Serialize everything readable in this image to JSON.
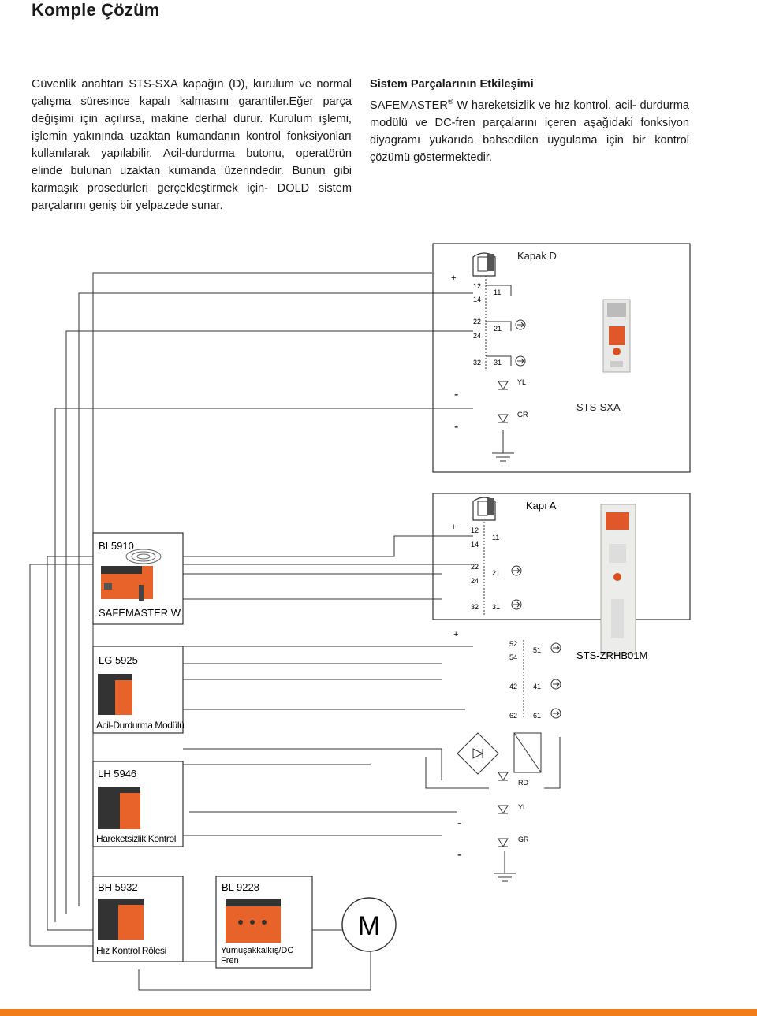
{
  "header": {
    "title": "Komple Çözüm"
  },
  "left_text": [
    "Güvenlik anahtarı STS-SXA kapağın (D), kurulum ve",
    "normal çalışma süresince kapalı kalmasını garantiler.Eğer",
    "parça değişimi için açılırsa, makine derhal durur. Kurulum",
    "işlemi, işlemin yakınında uzaktan kumandanın kontrol",
    "fonksiyonları kullanılarak yapılabilir. Acil-durdurma butonu,",
    "operatörün elinde bulunan uzaktan kumanda üzerindedir.",
    "Bunun gibi karmaşık prosedürleri gerçekleştirmek için-",
    "DOLD sistem parçalarını geniş bir yelpazede sunar."
  ],
  "right_text": {
    "heading": "Sistem Parçalarının Etkileşimi",
    "brand": "SAFEMASTER",
    "reg": "®",
    "lines": [
      " W hareketsizlik ve hız kontrol, acil-",
      "durdurma modülü ve DC-fren parçalarını içeren aşağıdaki",
      "fonksiyon diyagramı yukarıda bahsedilen uygulama için bir",
      "kontrol çözümü göstermektedir."
    ]
  },
  "diagram": {
    "devices": {
      "bi5910": {
        "name": "BI 5910",
        "caption": "SAFEMASTER W"
      },
      "lg5925": {
        "name": "LG 5925",
        "caption": "Acil-Durdurma Modülü"
      },
      "lh5946": {
        "name": "LH 5946",
        "caption": "Hareketsizlik Kontrol"
      },
      "bh5932": {
        "name": "BH 5932",
        "caption": "Hız Kontrol Rölesi"
      },
      "bl9228": {
        "name": "BL 9228",
        "caption_line1": "Yumuşakkalkış/DC",
        "caption_line2": "Fren"
      }
    },
    "motor": "M",
    "switch_top": {
      "door": "Kapak D",
      "product": "STS-SXA"
    },
    "switch_bottom": {
      "door": "Kapı A",
      "product": "STS-ZRHB01M"
    },
    "terminals": {
      "t12": "12",
      "t14": "14",
      "t11": "11",
      "t22": "22",
      "t24": "24",
      "t21": "21",
      "t32": "32",
      "t31": "31",
      "t52": "52",
      "t54": "54",
      "t51": "51",
      "t42": "42",
      "t41": "41",
      "t62": "62",
      "t61": "61"
    },
    "plus": "+",
    "minus": "-",
    "led_yl": "YL",
    "led_gr": "GR",
    "led_rd": "RD"
  }
}
